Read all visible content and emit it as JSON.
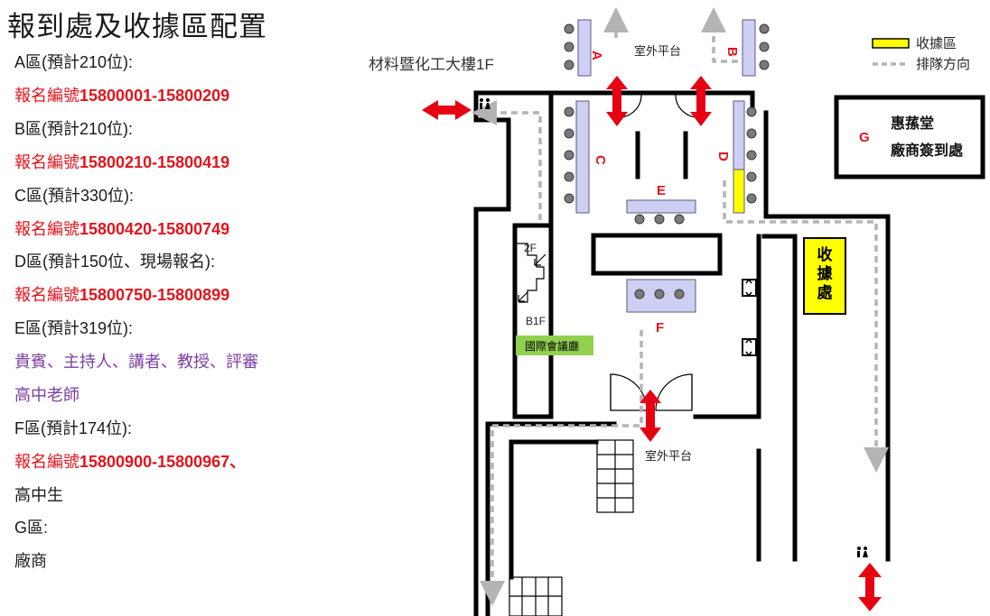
{
  "page_title": "報到處及收據區配置",
  "zones_list": [
    {
      "heading": "A區(預計210位):",
      "detail_prefix": "報名編號",
      "detail_range": "15800001-15800209"
    },
    {
      "heading": "B區(預計210位):",
      "detail_prefix": "報名編號",
      "detail_range": "15800210-15800419"
    },
    {
      "heading": "C區(預計330位):",
      "detail_prefix": "報名編號",
      "detail_range": "15800420-15800749"
    },
    {
      "heading": "D區(預計150位、現場報名):",
      "detail_prefix": "報名編號",
      "detail_range": "15800750-15800899"
    },
    {
      "heading": "E區(預計319位):",
      "detail_line1": "貴賓、主持人、講者、教授、評審",
      "detail_line2": "高中老師"
    },
    {
      "heading": "F區(預計174位):",
      "detail_prefix": "報名編號",
      "detail_range": "15800900-15800967、",
      "detail_line2": "高中生"
    },
    {
      "heading": "G區:",
      "detail_line2": "廠商"
    }
  ],
  "map": {
    "building_label": "材料暨化工大樓1F",
    "outdoor_top": "室外平台",
    "outdoor_bottom": "室外平台",
    "zone_labels": {
      "A": "A",
      "B": "B",
      "C": "C",
      "D": "D",
      "E": "E",
      "F": "F",
      "G": "G"
    },
    "stair_up": "2F",
    "stair_down": "B1F",
    "conference_room": "國際會議廳",
    "receipt_desk": "收\n據\n處",
    "g_box_line1": "惠蓀堂",
    "g_box_line2": "廠商簽到處",
    "colors": {
      "receipt": "#ffff00",
      "arrow": "#e60012",
      "zone_label": "#e3141c",
      "conference": "#92d050",
      "seat_bar": "#cdd0f2"
    }
  },
  "legend": {
    "receipt_label": "收據區",
    "queue_label": "排隊方向"
  }
}
